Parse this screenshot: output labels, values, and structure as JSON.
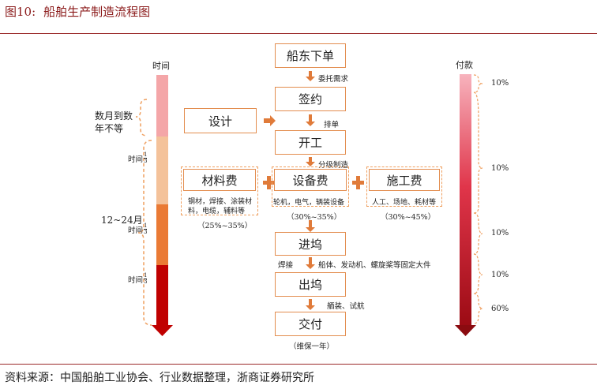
{
  "figure": {
    "number": "图10:",
    "title": "船舶生产制造流程图",
    "source": "资料来源：中国船舶工业协会、行业数据整理，浙商证券研究所"
  },
  "timeline": {
    "header": "时间",
    "range_label_1": "数月到数年不等",
    "range_label_2": "12~24月",
    "segment_label": "时间",
    "fraction": {
      "numerator": "1",
      "denominator": "3"
    }
  },
  "payment": {
    "header": "付款",
    "percentages": [
      "10%",
      "10%",
      "10%",
      "10%",
      "60%"
    ]
  },
  "flow": {
    "step_order": "船东下单",
    "annot_order": "委托需求",
    "step_sign": "签约",
    "design": "设计",
    "annot_sign": "排单",
    "step_start": "开工",
    "annot_start": "分级制造",
    "materials": {
      "title": "材料费",
      "detail_1": "钢材，焊接、涂装材",
      "detail_2": "料，电缆，辅料等",
      "range": "（25%~35%）"
    },
    "equipment": {
      "title": "设备费",
      "detail_1": "轮机，电气，辆装设备",
      "range": "（30%~35%）"
    },
    "construction": {
      "title": "施工费",
      "detail_1": "人工、场地、耗材等",
      "range": "（30%~45%）"
    },
    "step_dock": "进坞",
    "annot_dock_left": "焊接",
    "annot_dock_right": "船体、发动机、螺旋桨等固定大件",
    "step_undock": "出坞",
    "annot_undock": "舾装、试航",
    "step_deliver": "交付",
    "annot_deliver": "（维保一年）"
  },
  "colors": {
    "accent_title": "#8b1a1a",
    "box_border": "#e38d4f",
    "arrow": "#e07b3a",
    "seg_1": "#f4a6a8",
    "seg_2": "#f4c29a",
    "seg_3": "#ea7a35",
    "seg_4": "#c00000"
  }
}
